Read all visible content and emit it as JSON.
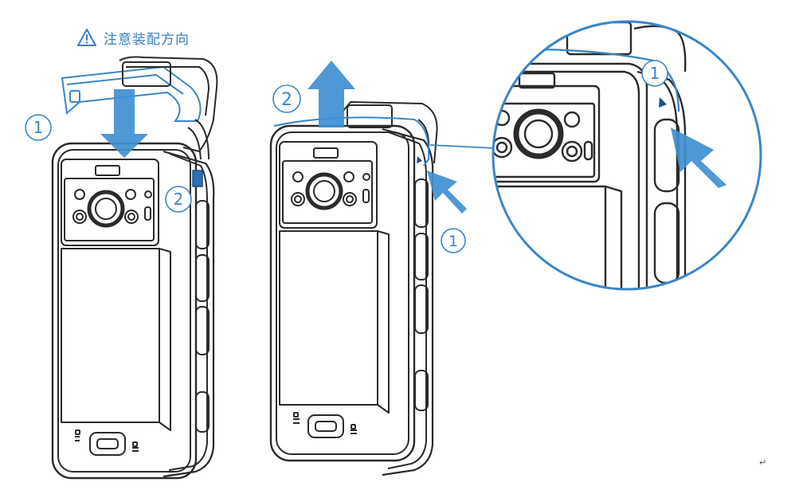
{
  "warning": {
    "icon": "warning-triangle-icon",
    "text": "注意装配方向"
  },
  "steps": {
    "left_clip": "1",
    "left_latch": "2",
    "mid_lift": "2",
    "mid_press": "1",
    "zoom_press": "1"
  },
  "paragraph_mark": "↵",
  "colors": {
    "accent": "#3a86c8",
    "arrow": "#3f8fd2",
    "line": "#2b2b2b"
  }
}
